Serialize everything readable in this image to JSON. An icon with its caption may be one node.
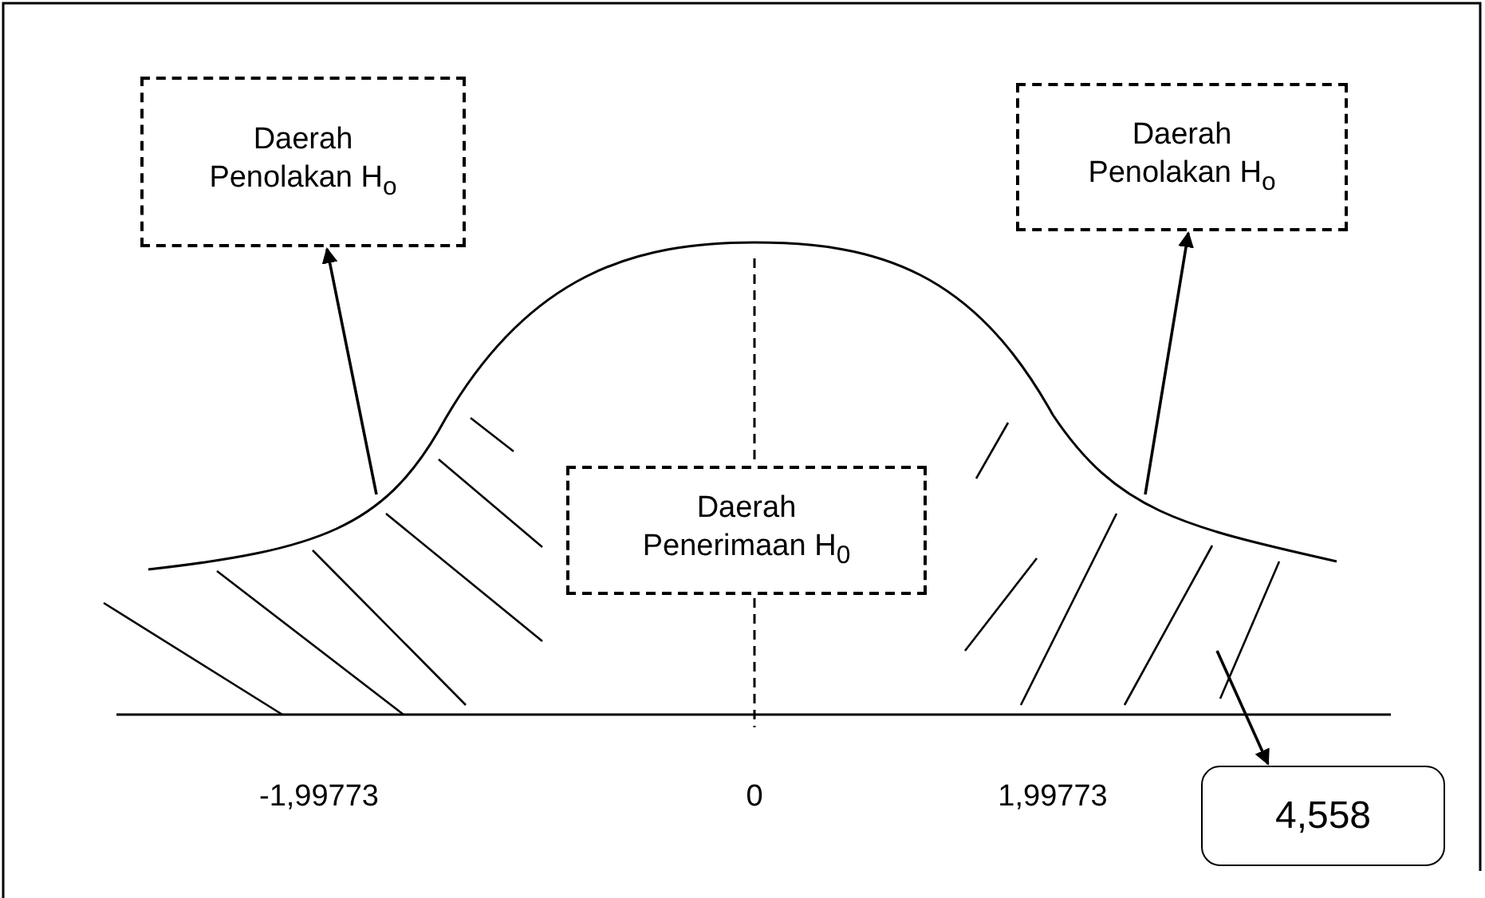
{
  "diagram": {
    "nodes": [
      {
        "text": [
          "Daerah Penolakan H$_{o}$"
        ]
      },
      {
        "text": [
          "Daerah Penolakan H$_{o}$"
        ]
      },
      {
        "text": [
          "Daerah Penerimaan H$_{0}$"
        ]
      },
      {
        "text": [
          "4,558"
        ]
      },
      {
        "text": [],
        "shape": "area"
      },
      {
        "text": [],
        "shape": "area"
      }
    ],
    "edges": [
      {
        "from": 4,
        "to": 0,
        "arrow": "to"
      },
      {
        "from": 5,
        "to": 1,
        "arrow": "to"
      },
      {
        "from": 5,
        "to": 3,
        "arrow": "to"
      }
    ],
    "labels": [
      "-1,99773",
      "0",
      "1,99773"
    ]
  }
}
